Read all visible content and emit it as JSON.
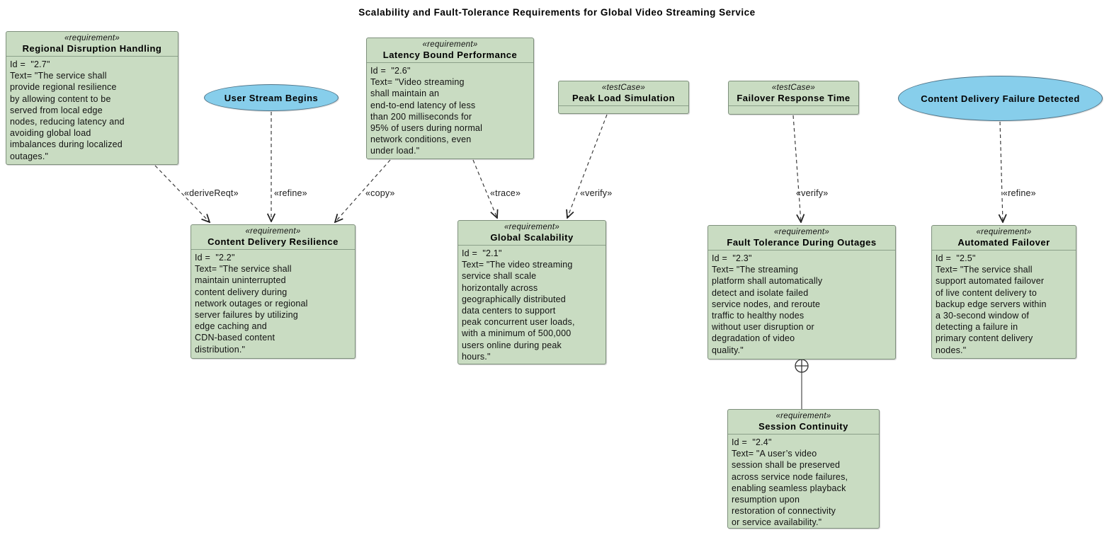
{
  "title": "Scalability and Fault-Tolerance Requirements for Global Video Streaming Service",
  "colors": {
    "requirement_fill": "#c9dcc2",
    "requirement_border": "#7e907c",
    "ellipse_fill": "#87ceeb",
    "ellipse_border": "#4f7387",
    "connector": "#3d3d3d",
    "background": "#ffffff"
  },
  "nodes": {
    "regional": {
      "stereotype": "«requirement»",
      "name": "Regional Disruption Handling",
      "body": "Id =  \"2.7\"\nText= \"The service shall\nprovide regional resilience\nby allowing content to be\nserved from local edge\nnodes, reducing latency and\navoiding global load\nimbalances during localized\noutages.\""
    },
    "latency": {
      "stereotype": "«requirement»",
      "name": "Latency Bound Performance",
      "body": "Id =  \"2.6\"\nText= \"Video streaming\nshall maintain an\nend-to-end latency of less\nthan 200 milliseconds for\n95% of users during normal\nnetwork conditions, even\nunder load.\""
    },
    "peak_load": {
      "stereotype": "«testCase»",
      "name": "Peak Load Simulation"
    },
    "failover_rt": {
      "stereotype": "«testCase»",
      "name": "Failover Response Time"
    },
    "user_stream": {
      "label": "User Stream Begins"
    },
    "cdf_detected": {
      "label": "Content Delivery Failure Detected"
    },
    "cdr": {
      "stereotype": "«requirement»",
      "name": "Content Delivery Resilience",
      "body": "Id =  \"2.2\"\nText= \"The service shall\nmaintain uninterrupted\ncontent delivery during\nnetwork outages or regional\nserver failures by utilizing\nedge caching and\nCDN-based content\ndistribution.\""
    },
    "global_scalability": {
      "stereotype": "«requirement»",
      "name": "Global Scalability",
      "body": "Id =  \"2.1\"\nText= \"The video streaming\nservice shall scale\nhorizontally across\ngeographically distributed\ndata centers to support\npeak concurrent user loads,\nwith a minimum of 500,000\nusers online during peak\nhours.\""
    },
    "fault_tolerance": {
      "stereotype": "«requirement»",
      "name": "Fault Tolerance During Outages",
      "body": "Id =  \"2.3\"\nText= \"The streaming\nplatform shall automatically\ndetect and isolate failed\nservice nodes, and reroute\ntraffic to healthy nodes\nwithout user disruption or\ndegradation of video\nquality.\""
    },
    "automated_failover": {
      "stereotype": "«requirement»",
      "name": "Automated Failover",
      "body": "Id =  \"2.5\"\nText= \"The service shall\nsupport automated failover\nof live content delivery to\nbackup edge servers within\na 30-second window of\ndetecting a failure in\nprimary content delivery\nnodes.\""
    },
    "session_continuity": {
      "stereotype": "«requirement»",
      "name": "Session Continuity",
      "body": "Id =  \"2.4\"\nText= \"A user’s video\nsession shall be preserved\nacross service node failures,\nenabling seamless playback\nresumption upon\nrestoration of connectivity\nor service availability.\""
    }
  },
  "edge_labels": {
    "derive_reqt": "«deriveReqt»",
    "refine_1": "«refine»",
    "copy": "«copy»",
    "trace": "«trace»",
    "verify_1": "«verify»",
    "verify_2": "«verify»",
    "refine_2": "«refine»"
  }
}
